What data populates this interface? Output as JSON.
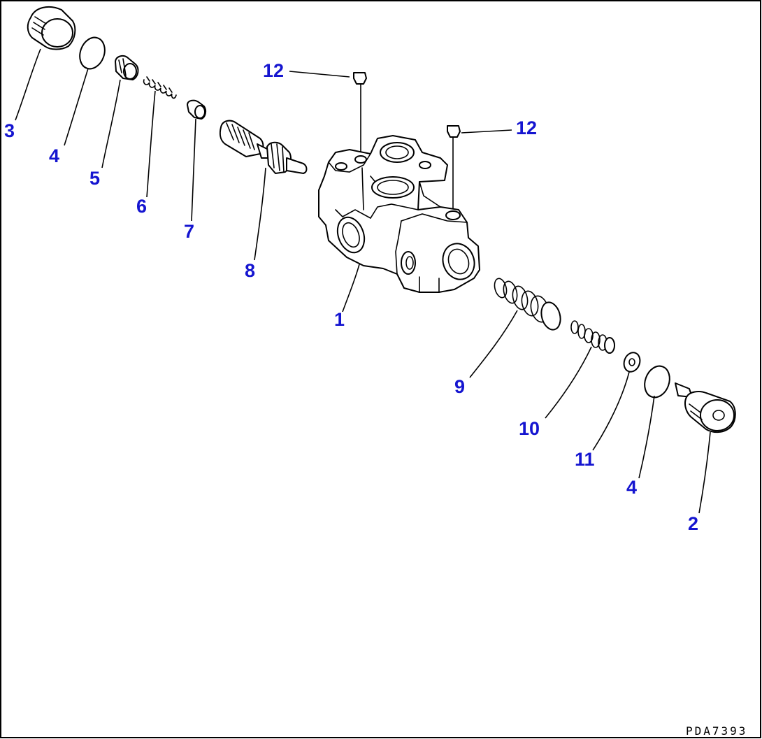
{
  "diagram": {
    "label_color": "#1515d0",
    "callouts": [
      {
        "id": "c3",
        "text": "3"
      },
      {
        "id": "c4a",
        "text": "4"
      },
      {
        "id": "c5",
        "text": "5"
      },
      {
        "id": "c6",
        "text": "6"
      },
      {
        "id": "c7",
        "text": "7"
      },
      {
        "id": "c8",
        "text": "8"
      },
      {
        "id": "c12a",
        "text": "12"
      },
      {
        "id": "c12b",
        "text": "12"
      },
      {
        "id": "c1",
        "text": "1"
      },
      {
        "id": "c9",
        "text": "9"
      },
      {
        "id": "c10",
        "text": "10"
      },
      {
        "id": "c11",
        "text": "11"
      },
      {
        "id": "c4b",
        "text": "4"
      },
      {
        "id": "c2",
        "text": "2"
      }
    ],
    "drawing_code": "PDA7393"
  }
}
